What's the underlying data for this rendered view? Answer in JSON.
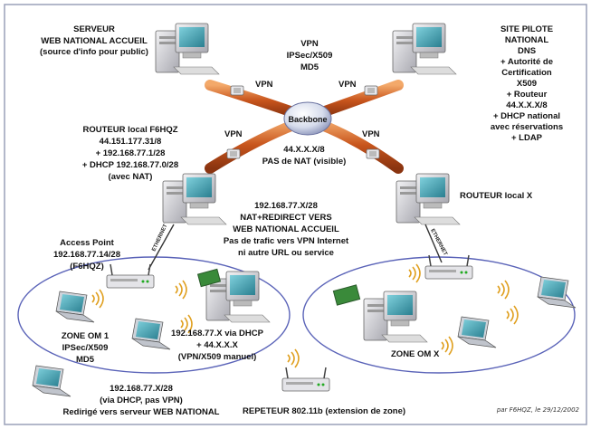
{
  "labels": {
    "server_title": [
      "SERVEUR",
      "WEB NATIONAL ACCUEIL",
      "(source d'info pour public)"
    ],
    "vpn_top": [
      "VPN",
      "IPSec/X509",
      "MD5"
    ],
    "site_pilote": [
      "SITE PILOTE",
      "NATIONAL",
      "DNS",
      "+ Autorité de",
      "Certification",
      "X509",
      "+ Routeur",
      "44.X.X.X/8",
      "+ DHCP national",
      "avec réservations",
      "+ LDAP"
    ],
    "vpn_left_arm": "VPN",
    "vpn_right_arm": "VPN",
    "vpn_lower_left": "VPN",
    "vpn_lower_right": "VPN",
    "backbone": "Backbone",
    "backbone_net": [
      "44.X.X.X/8",
      "PAS de NAT (visible)"
    ],
    "router_local_f6hqz": [
      "ROUTEUR local F6HQZ",
      "44.151.177.31/8",
      "+ 192.168.77.1/28",
      "+ DHCP 192.168.77.0/28",
      "(avec NAT)"
    ],
    "nat_redirect": [
      "192.168.77.X/28",
      "NAT+REDIRECT VERS",
      "WEB NATIONAL ACCUEIL",
      "Pas de trafic vers VPN Internet",
      "ni autre URL ou service"
    ],
    "router_local_x": "ROUTEUR local X",
    "access_point": [
      "Access Point",
      "192.168.77.14/28",
      "(F6HQZ)"
    ],
    "ethernet_left": "ETHERNET",
    "ethernet_right": "ETHERNET",
    "zone_om1": [
      "ZONE OM 1",
      "IPSec/X509",
      "MD5"
    ],
    "dhcp_client": [
      "192.168.77.X via DHCP",
      "+ 44.X.X.X",
      "(VPN/X509 manuel)"
    ],
    "zone_omx": "ZONE OM X",
    "bottom_left": [
      "192.168.77.X/28",
      "(via DHCP, pas VPN)",
      "Redirigé vers serveur WEB NATIONAL"
    ],
    "repeater": "REPETEUR 802.11b (extension de zone)",
    "credit": "par F6HQZ, le 29/12/2002"
  },
  "colors": {
    "tube": "#c8551c",
    "tube_light": "#f0a060",
    "ellipse": "#5a63b8",
    "frame": "#9aa0b8",
    "pc_body": "#d8d8dc",
    "screen": "#3fa0b0",
    "wave": "#e0a020"
  }
}
